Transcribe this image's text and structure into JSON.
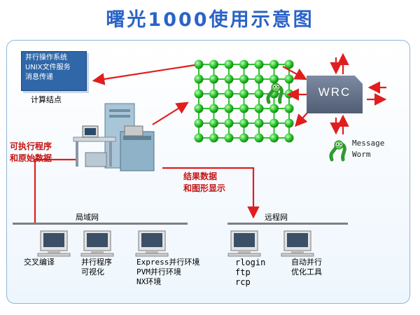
{
  "title": "曙光1000使用示意图",
  "compute_node": {
    "lines": [
      "并行操作系统",
      "UNIX文件服务",
      "消息传递"
    ],
    "caption": "计算结点"
  },
  "wrc": {
    "label": "WRC"
  },
  "message_worm": {
    "line1": "Message",
    "line2": "Worm"
  },
  "red_labels": {
    "executable": [
      "可执行程序",
      "和原始数据"
    ],
    "results": [
      "结果数据",
      "和图形显示"
    ]
  },
  "networks": {
    "lan": "局域网",
    "wan": "远程网"
  },
  "workstations": [
    {
      "lines": [
        "交叉编译"
      ]
    },
    {
      "lines": [
        "并行程序",
        "可视化"
      ]
    },
    {
      "lines": [
        "Express并行环境",
        "PVM并行环境",
        "NX环境"
      ]
    },
    {
      "lines": [
        "rlogin",
        "ftp",
        "rcp"
      ]
    },
    {
      "lines": [
        "自动并行",
        "优化工具"
      ]
    }
  ],
  "colors": {
    "title": "#2a63c8",
    "arrow": "#e01e1e",
    "node_box": "#2f67a8",
    "mesh_node": "#2cc42c",
    "red_text": "#c41414"
  }
}
